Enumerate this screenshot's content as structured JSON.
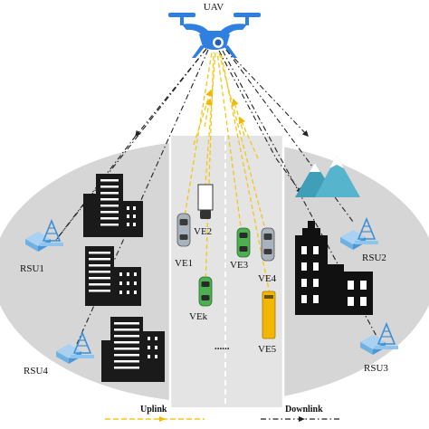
{
  "labels": {
    "uav": "UAV",
    "rsu1": "RSU1",
    "rsu2": "RSU2",
    "rsu3": "RSU3",
    "rsu4": "RSU4",
    "ve1": "VE1",
    "ve2": "VE2",
    "ve3": "VE3",
    "ve4": "VE4",
    "ve5": "VE5",
    "vek": "VEk",
    "ellipsis": "......"
  },
  "legend": {
    "uplink": "Uplink",
    "downlink": "Downlink"
  },
  "colors": {
    "uav_body": "#2f7fe0",
    "uplink": "#f5c518",
    "downlink": "#222222",
    "ground": "#d6d6d6",
    "road": "#e3e3e3",
    "rsu": "#5aa6e8",
    "mountain": "#4aa7bf",
    "car_green": "#4caf50",
    "car_gray": "#a8b3bd",
    "bus": "#f2b705"
  }
}
